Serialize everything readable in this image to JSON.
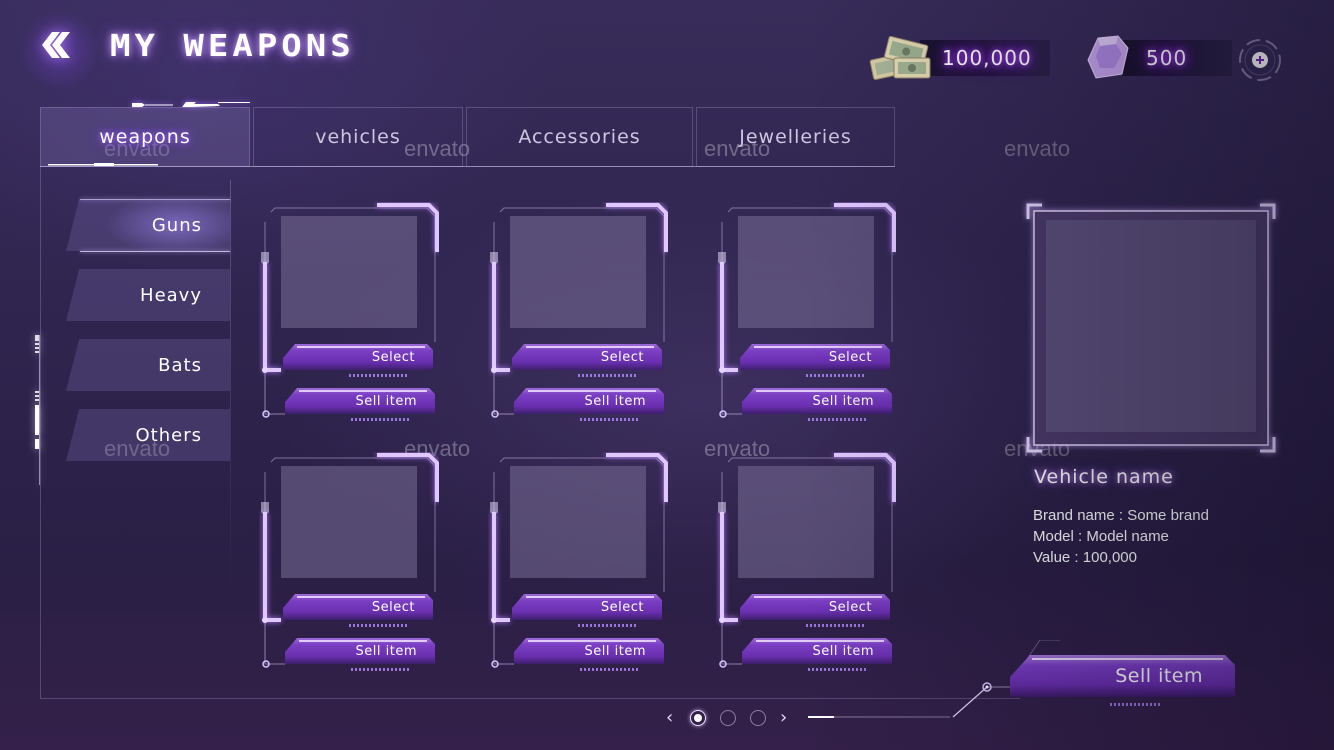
{
  "header": {
    "title": "MY WEAPONS",
    "back_icon": "double-chevron-left-icon"
  },
  "currencies": [
    {
      "name": "cash",
      "icon": "cash-stack-icon",
      "value": "100,000"
    },
    {
      "name": "gems",
      "icon": "gem-icon",
      "value": "500"
    }
  ],
  "add_currency_icon": "plus-circle-icon",
  "tabs": [
    {
      "label": "weapons",
      "active": true
    },
    {
      "label": "vehicles",
      "active": false
    },
    {
      "label": "Accessories",
      "active": false
    },
    {
      "label": "Jewelleries",
      "active": false
    }
  ],
  "categories": [
    {
      "label": "Guns",
      "active": true
    },
    {
      "label": "Heavy",
      "active": false
    },
    {
      "label": "Bats",
      "active": false
    },
    {
      "label": "Others",
      "active": false
    }
  ],
  "items": [
    {
      "select_label": "Select",
      "sell_label": "Sell item"
    },
    {
      "select_label": "Select",
      "sell_label": "Sell item"
    },
    {
      "select_label": "Select",
      "sell_label": "Sell item"
    },
    {
      "select_label": "Select",
      "sell_label": "Sell item"
    },
    {
      "select_label": "Select",
      "sell_label": "Sell item"
    },
    {
      "select_label": "Select",
      "sell_label": "Sell item"
    }
  ],
  "detail": {
    "title": "Vehicle name",
    "brand": "Brand name : Some brand",
    "model": "Model : Model name",
    "value": "Value : 100,000",
    "sell_label": "Sell item"
  },
  "pagination": {
    "prev": "‹",
    "next": "›",
    "pages": 3,
    "current": 1
  },
  "colors": {
    "accent": "#8a3dff",
    "button": "#6a2fb0",
    "glow": "#b34dff",
    "background": "#2e244d"
  },
  "watermark": "envato"
}
